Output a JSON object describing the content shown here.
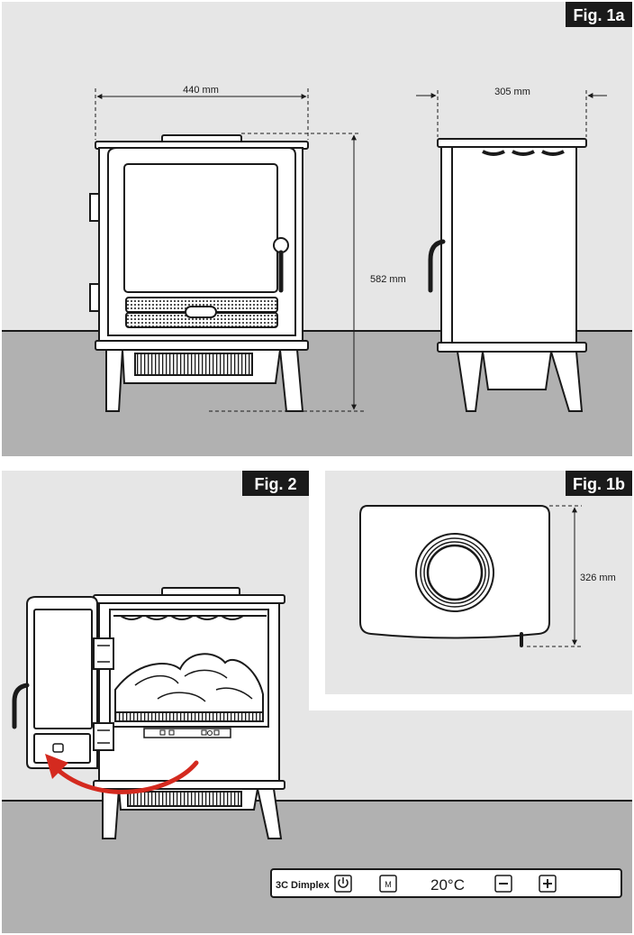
{
  "figures": {
    "fig1a": {
      "label": "Fig. 1a",
      "dimensions": {
        "width": "440 mm",
        "depth": "305 mm",
        "height": "582 mm"
      }
    },
    "fig1b": {
      "label": "Fig. 1b",
      "dimensions": {
        "depth": "326 mm"
      }
    },
    "fig2": {
      "label": "Fig. 2"
    }
  },
  "control_panel": {
    "brand": "Dimplex",
    "brand_logo_icon": "dimplex-logo-icon",
    "power_icon": "power-icon",
    "mode_label": "M",
    "temperature": "20°C",
    "minus_icon": "minus-icon",
    "plus_icon": "plus-icon"
  },
  "colors": {
    "wall": "#e6e6e6",
    "floor": "#b1b1b1",
    "outline": "#1a1a1a",
    "label_bg": "#1a1a1a",
    "label_text": "#ffffff",
    "arrow": "#d42a1f",
    "panel_bg": "#ffffff"
  }
}
